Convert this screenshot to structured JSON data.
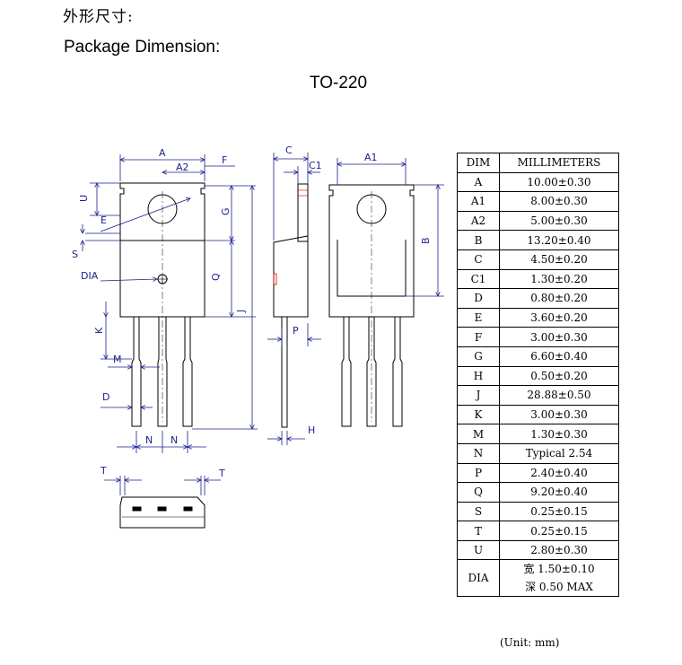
{
  "heading_cn": "外形尺寸:",
  "heading_en": "Package Dimension:",
  "package_name": "TO-220",
  "labels": {
    "A": "A",
    "A2": "A2",
    "F": "F",
    "U": "U",
    "E": "E",
    "G": "G",
    "S": "S",
    "DIA": "DIA",
    "Q": "Q",
    "J": "J",
    "K": "K",
    "M": "M",
    "D": "D",
    "N": "N",
    "T": "T",
    "C": "C",
    "C1": "C1",
    "P": "P",
    "H": "H",
    "A1": "A1",
    "B": "B"
  },
  "table": {
    "header": {
      "dim": "DIM",
      "value": "MILLIMETERS"
    },
    "rows": [
      {
        "dim": "A",
        "value": "10.00±0.30"
      },
      {
        "dim": "A1",
        "value": "8.00±0.30"
      },
      {
        "dim": "A2",
        "value": "5.00±0.30"
      },
      {
        "dim": "B",
        "value": "13.20±0.40"
      },
      {
        "dim": "C",
        "value": "4.50±0.20"
      },
      {
        "dim": "C1",
        "value": "1.30±0.20"
      },
      {
        "dim": "D",
        "value": "0.80±0.20"
      },
      {
        "dim": "E",
        "value": "3.60±0.20"
      },
      {
        "dim": "F",
        "value": "3.00±0.30"
      },
      {
        "dim": "G",
        "value": "6.60±0.40"
      },
      {
        "dim": "H",
        "value": "0.50±0.20"
      },
      {
        "dim": "J",
        "value": "28.88±0.50"
      },
      {
        "dim": "K",
        "value": "3.00±0.30"
      },
      {
        "dim": "M",
        "value": "1.30±0.30"
      },
      {
        "dim": "N",
        "value": "Typical 2.54"
      },
      {
        "dim": "P",
        "value": "2.40±0.40"
      },
      {
        "dim": "Q",
        "value": "9.20±0.40"
      },
      {
        "dim": "S",
        "value": "0.25±0.15"
      },
      {
        "dim": "T",
        "value": "0.25±0.15"
      },
      {
        "dim": "U",
        "value": "2.80±0.30"
      }
    ],
    "dia": {
      "dim": "DIA",
      "line1": "宽 1.50±0.10",
      "line2": "深 0.50 MAX"
    }
  },
  "unit_note": "(Unit: mm)"
}
